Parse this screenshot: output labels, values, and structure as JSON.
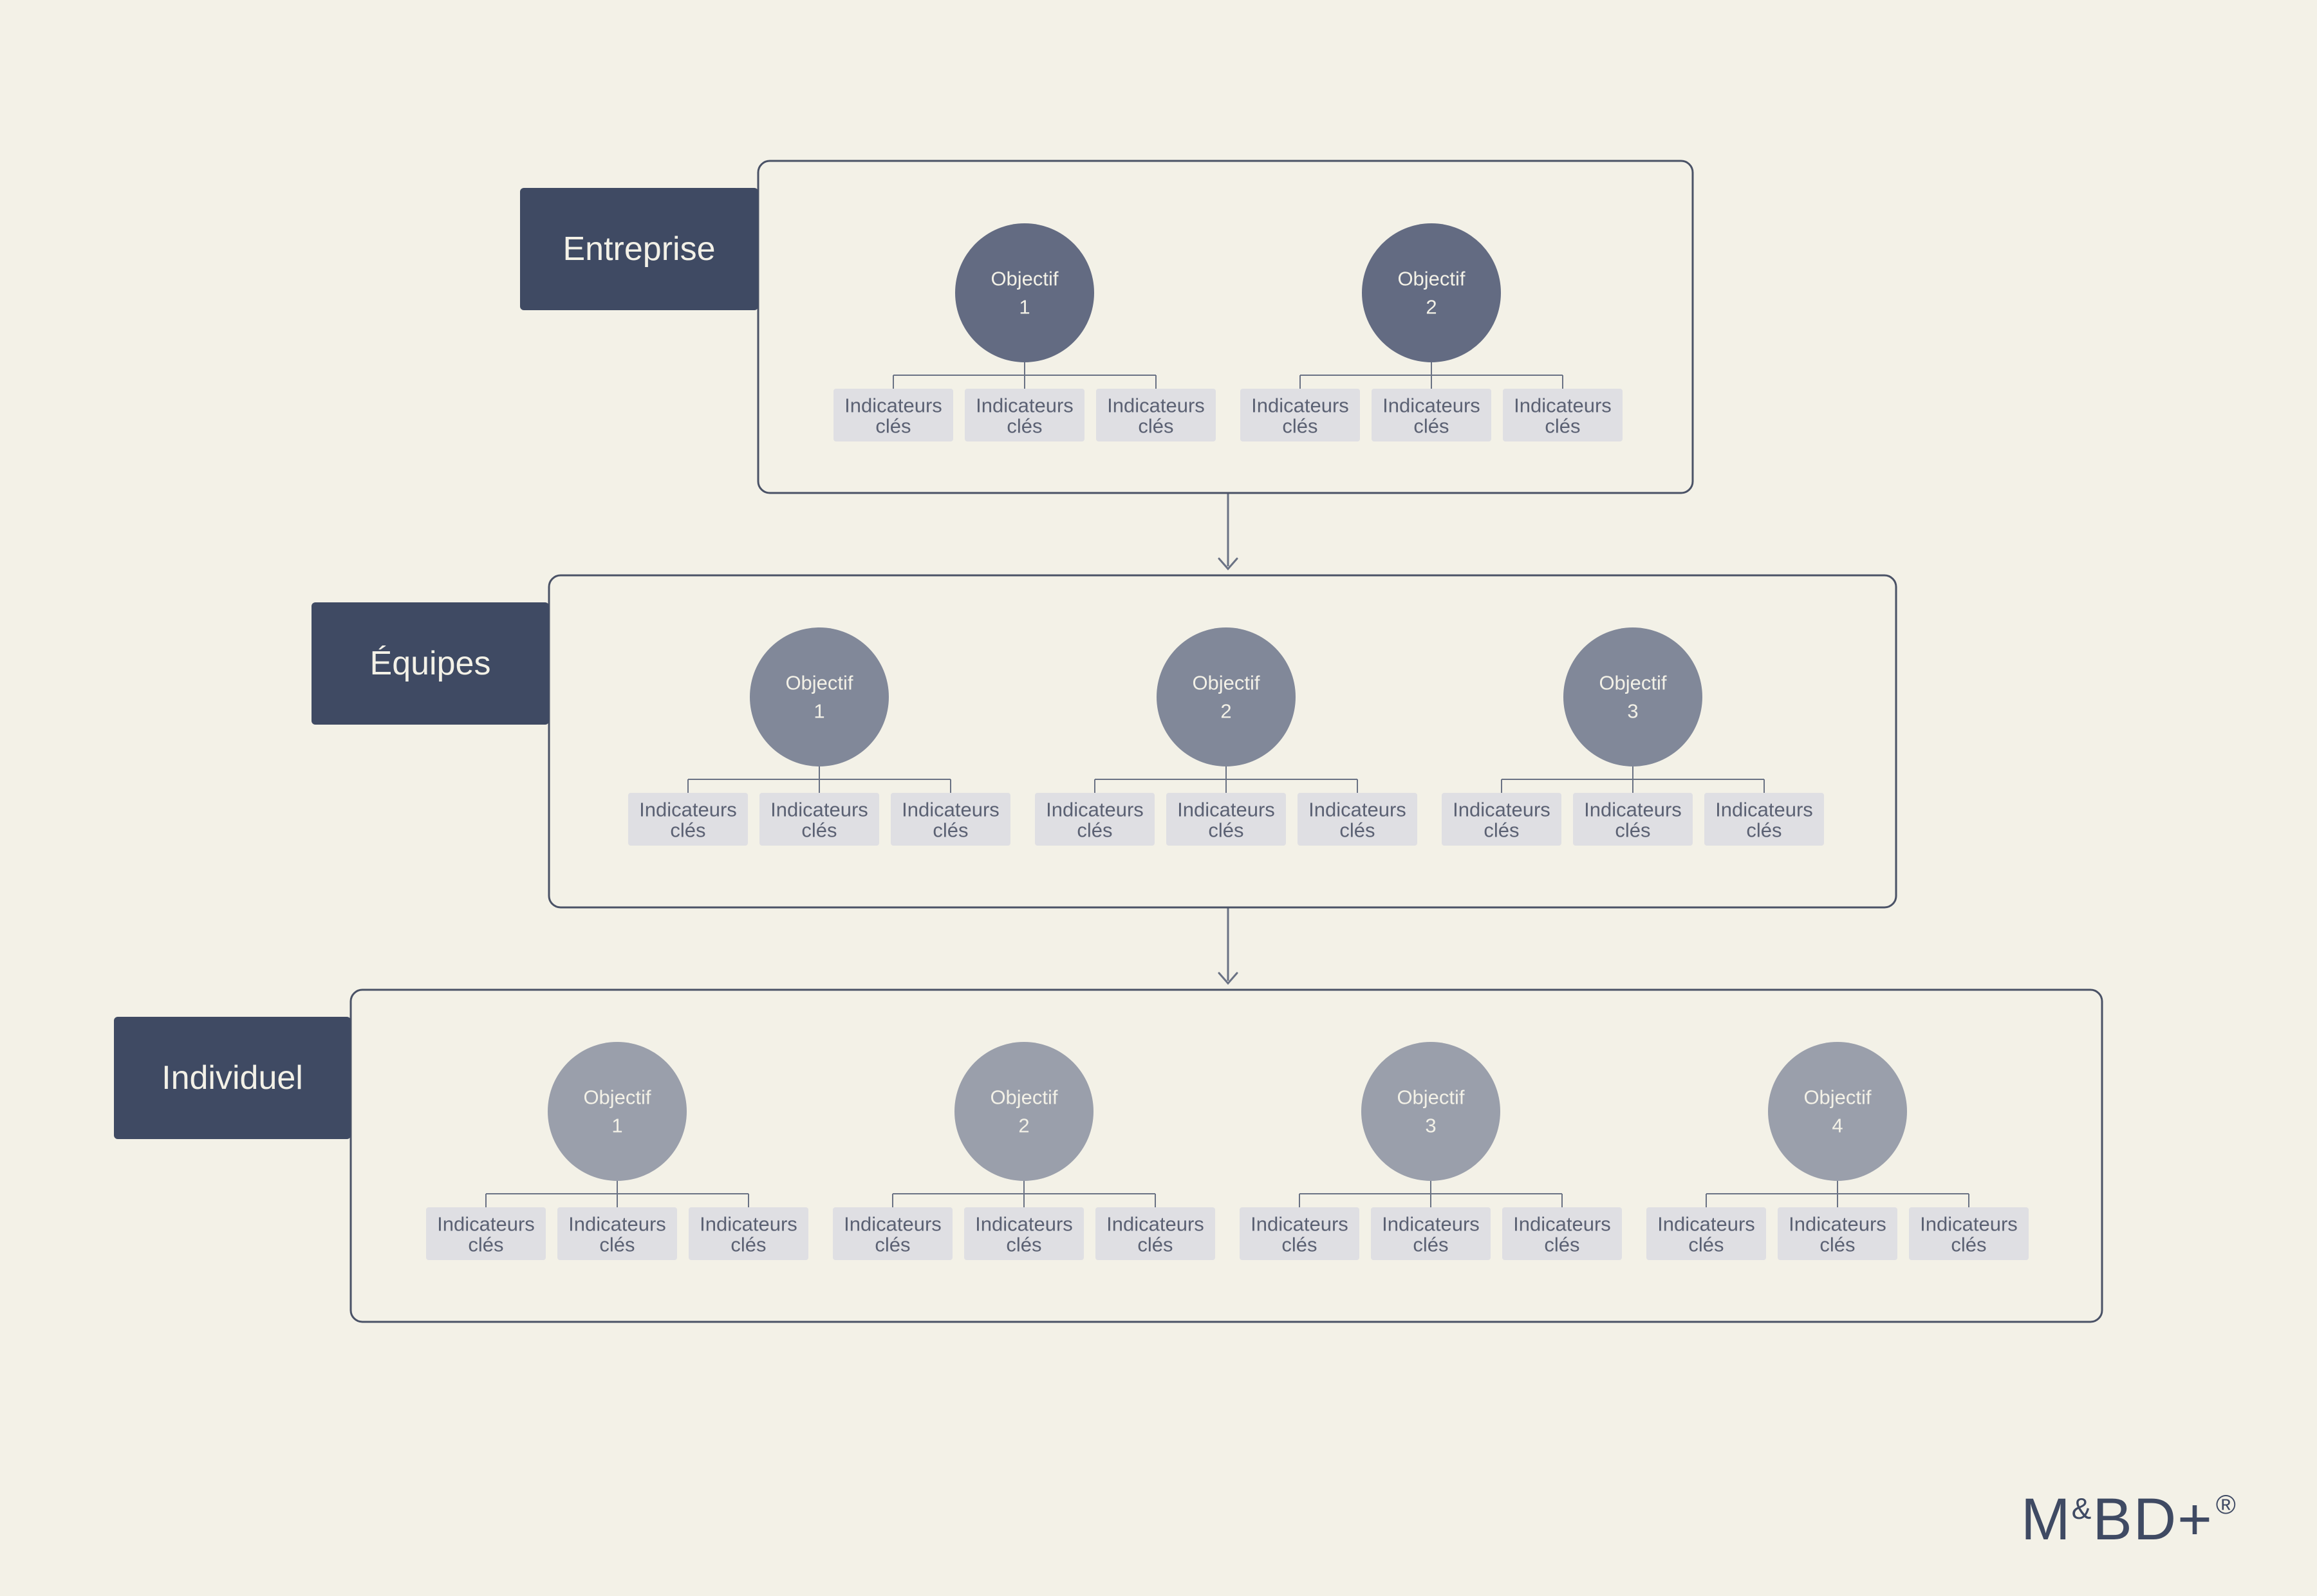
{
  "colors": {
    "background": "#f3f1e7",
    "label_fill": "#3f4a63",
    "frame_stroke": "#4a5266",
    "connector": "#6a7284",
    "kpi_fill": "#dfdfe3",
    "kpi_text": "#5b6173"
  },
  "levels": [
    {
      "label": "Entreprise",
      "objective_color": "#636b82",
      "objectives": [
        {
          "title": "Objectif",
          "number": "1",
          "kpis": [
            "Indicateurs clés",
            "Indicateurs clés",
            "Indicateurs clés"
          ]
        },
        {
          "title": "Objectif",
          "number": "2",
          "kpis": [
            "Indicateurs clés",
            "Indicateurs clés",
            "Indicateurs clés"
          ]
        }
      ]
    },
    {
      "label": "Équipes",
      "objective_color": "#818899",
      "objectives": [
        {
          "title": "Objectif",
          "number": "1",
          "kpis": [
            "Indicateurs clés",
            "Indicateurs clés",
            "Indicateurs clés"
          ]
        },
        {
          "title": "Objectif",
          "number": "2",
          "kpis": [
            "Indicateurs clés",
            "Indicateurs clés",
            "Indicateurs clés"
          ]
        },
        {
          "title": "Objectif",
          "number": "3",
          "kpis": [
            "Indicateurs clés",
            "Indicateurs clés",
            "Indicateurs clés"
          ]
        }
      ]
    },
    {
      "label": "Individuel",
      "objective_color": "#9a9fab",
      "objectives": [
        {
          "title": "Objectif",
          "number": "1",
          "kpis": [
            "Indicateurs clés",
            "Indicateurs clés",
            "Indicateurs clés"
          ]
        },
        {
          "title": "Objectif",
          "number": "2",
          "kpis": [
            "Indicateurs clés",
            "Indicateurs clés",
            "Indicateurs clés"
          ]
        },
        {
          "title": "Objectif",
          "number": "3",
          "kpis": [
            "Indicateurs clés",
            "Indicateurs clés",
            "Indicateurs clés"
          ]
        },
        {
          "title": "Objectif",
          "number": "4",
          "kpis": [
            "Indicateurs clés",
            "Indicateurs clés",
            "Indicateurs clés"
          ]
        }
      ]
    }
  ],
  "logo": {
    "main": "M",
    "amp": "&",
    "rest": "BD",
    "plus": "+",
    "reg": "®"
  }
}
